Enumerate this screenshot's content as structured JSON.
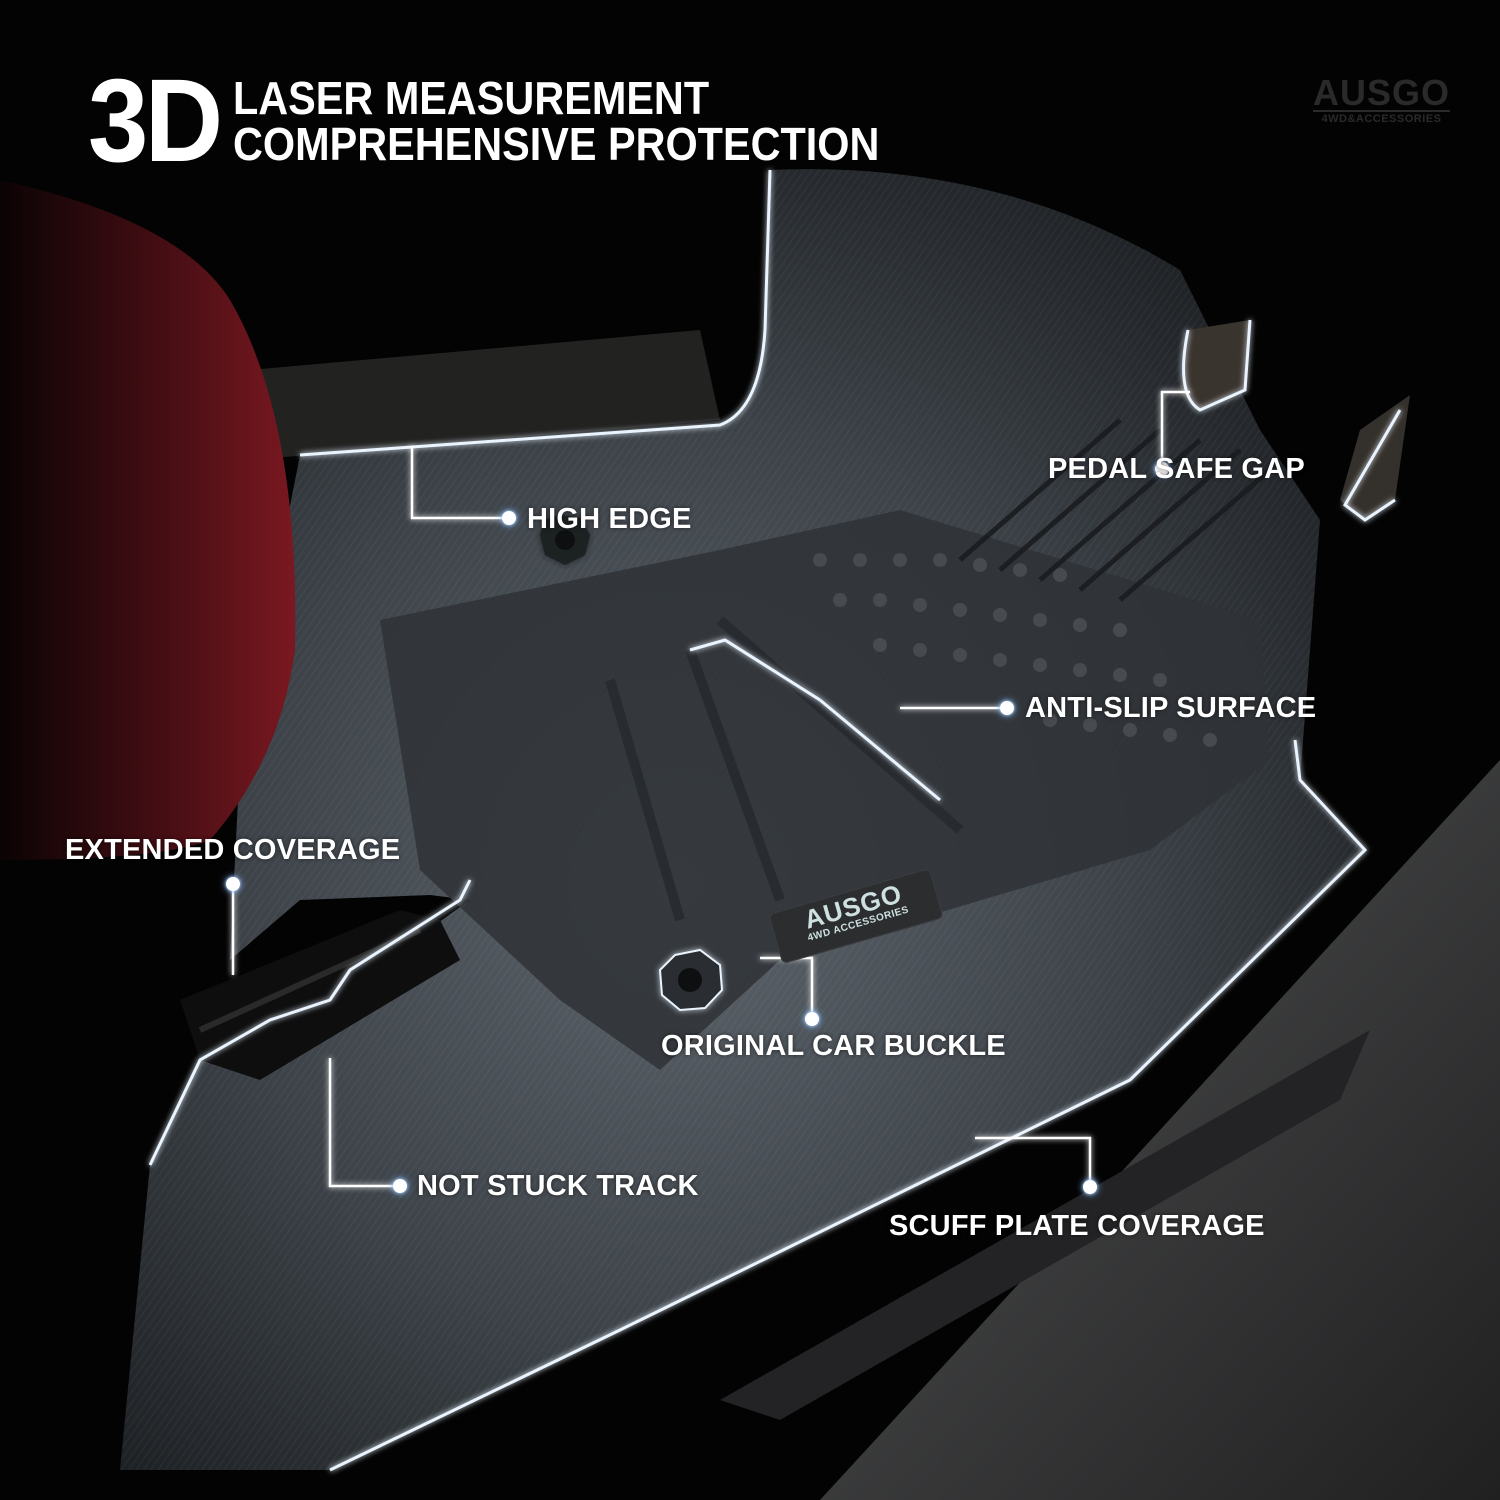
{
  "header": {
    "big_label": "3D",
    "line1": "LASER MEASUREMENT",
    "line2": "COMPREHENSIVE PROTECTION"
  },
  "brand": {
    "name": "AUSGO",
    "tagline": "4WD&ACCESSORIES"
  },
  "mat_badge": {
    "name": "AUSGO",
    "tagline": "4WD ACCESSORIES"
  },
  "callouts": [
    {
      "id": "high-edge",
      "label": "HIGH EDGE"
    },
    {
      "id": "pedal-safe-gap",
      "label": "PEDAL SAFE GAP"
    },
    {
      "id": "anti-slip-surface",
      "label": "ANTI-SLIP SURFACE"
    },
    {
      "id": "extended-coverage",
      "label": "EXTENDED COVERAGE"
    },
    {
      "id": "original-car-buckle",
      "label": "ORIGINAL CAR BUCKLE"
    },
    {
      "id": "not-stuck-track",
      "label": "NOT STUCK TRACK"
    },
    {
      "id": "scuff-plate-coverage",
      "label": "SCUFF PLATE COVERAGE"
    }
  ],
  "colors": {
    "background": "#000000",
    "glow_outline": "#e8f3ff",
    "glow_accent": "#4f8fd8",
    "seat_red": "#7a1820",
    "mat_gray": "#3a3d42"
  }
}
